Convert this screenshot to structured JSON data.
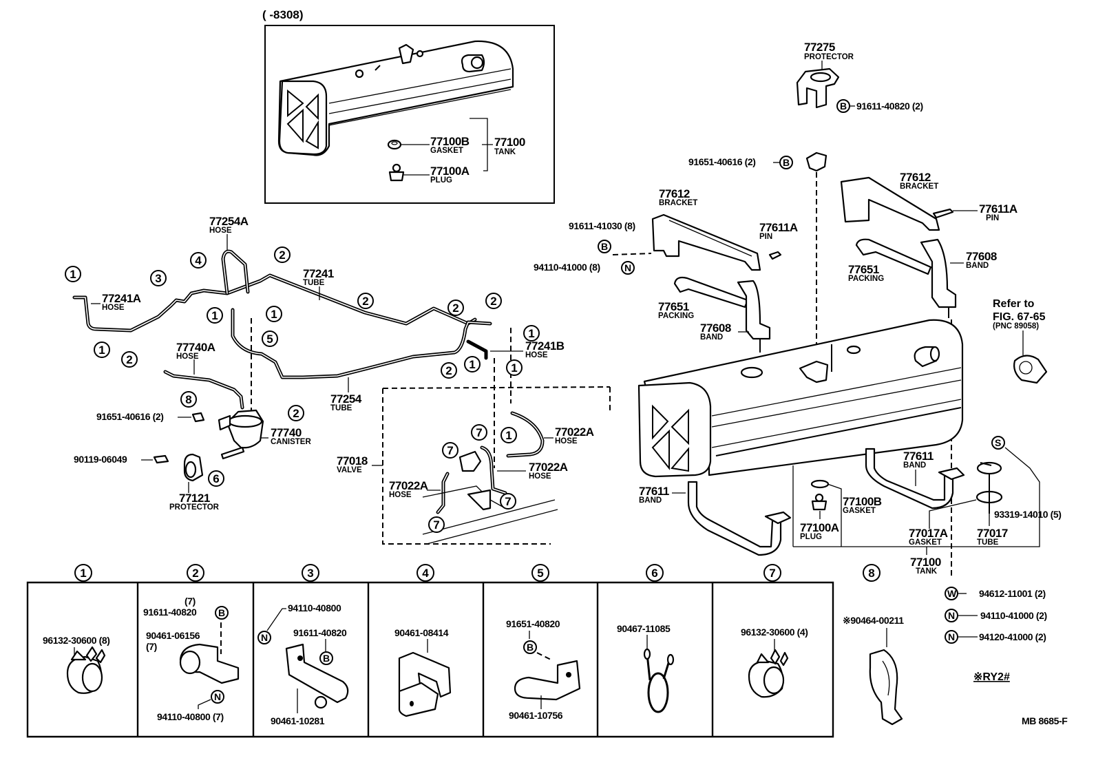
{
  "figure": {
    "variant_note": "(      -8308)",
    "figure_code": "MB  8685-F",
    "footnote_mark": "※RY2#",
    "refer_to": {
      "line1": "Refer to",
      "line2": "FIG. 67-65",
      "line3": "(PNC 89058)"
    }
  },
  "inset_tank": {
    "tank": {
      "number": "77100",
      "name": "TANK"
    },
    "gasket": {
      "number": "77100B",
      "name": "GASKET"
    },
    "plug": {
      "number": "77100A",
      "name": "PLUG"
    }
  },
  "main_parts": [
    {
      "id": "p77275",
      "number": "77275",
      "name": "PROTECTOR"
    },
    {
      "id": "p91611_40820",
      "number": "91611-40820 (2)",
      "marker": "B"
    },
    {
      "id": "p91651_40616_top",
      "number": "91651-40616 (2)",
      "marker": "B"
    },
    {
      "id": "p77612_left",
      "number": "77612",
      "name": "BRACKET"
    },
    {
      "id": "p77612_right",
      "number": "77612",
      "name": "BRACKET"
    },
    {
      "id": "p91611_41030",
      "number": "91611-41030 (8)",
      "marker": "B"
    },
    {
      "id": "p94110_41000_8",
      "number": "94110-41000 (8)",
      "marker": "N"
    },
    {
      "id": "p77611A_left",
      "number": "77611A",
      "name": "PIN"
    },
    {
      "id": "p77611A_right",
      "number": "77611A",
      "name": "PIN"
    },
    {
      "id": "p77651_left",
      "number": "77651",
      "name": "PACKING"
    },
    {
      "id": "p77651_right",
      "number": "77651",
      "name": "PACKING"
    },
    {
      "id": "p77608_left",
      "number": "77608",
      "name": "BAND"
    },
    {
      "id": "p77608_right",
      "number": "77608",
      "name": "BAND"
    },
    {
      "id": "p77611_left",
      "number": "77611",
      "name": "BAND"
    },
    {
      "id": "p77611_right",
      "number": "77611",
      "name": "BAND"
    },
    {
      "id": "p77100B",
      "number": "77100B",
      "name": "GASKET"
    },
    {
      "id": "p77100A",
      "number": "77100A",
      "name": "PLUG"
    },
    {
      "id": "p77017A",
      "number": "77017A",
      "name": "GASKET"
    },
    {
      "id": "p77017",
      "number": "77017",
      "name": "TUBE"
    },
    {
      "id": "p77100",
      "number": "77100",
      "name": "TANK"
    },
    {
      "id": "p93319",
      "number": "93319-14010 (5)",
      "marker": "S"
    },
    {
      "id": "p94612",
      "number": "94612-11001 (2)",
      "marker": "W"
    },
    {
      "id": "p94110_41000_2",
      "number": "94110-41000 (2)",
      "marker": "N"
    },
    {
      "id": "p94120_41000_2",
      "number": "94120-41000 (2)",
      "marker": "N"
    },
    {
      "id": "p77254A",
      "number": "77254A",
      "name": "HOSE"
    },
    {
      "id": "p77241",
      "number": "77241",
      "name": "TUBE"
    },
    {
      "id": "p77241A",
      "number": "77241A",
      "name": "HOSE"
    },
    {
      "id": "p77740A",
      "number": "77740A",
      "name": "HOSE"
    },
    {
      "id": "p91651_40616_left",
      "number": "91651-40616 (2)"
    },
    {
      "id": "p77740",
      "number": "77740",
      "name": "CANISTER"
    },
    {
      "id": "p90119",
      "number": "90119-06049"
    },
    {
      "id": "p77121",
      "number": "77121",
      "name": "PROTECTOR"
    },
    {
      "id": "p77254",
      "number": "77254",
      "name": "TUBE"
    },
    {
      "id": "p77241B",
      "number": "77241B",
      "name": "HOSE"
    },
    {
      "id": "p77018",
      "number": "77018",
      "name": "VALVE"
    },
    {
      "id": "p77022A_right",
      "number": "77022A",
      "name": "HOSE"
    },
    {
      "id": "p77022A_mid",
      "number": "77022A",
      "name": "HOSE"
    },
    {
      "id": "p77022A_left",
      "number": "77022A",
      "name": "HOSE"
    }
  ],
  "callout_numbers": [
    "1",
    "2",
    "3",
    "4",
    "5",
    "6",
    "7",
    "8"
  ],
  "clamp_table": [
    {
      "key": "1",
      "parts": [
        "96132-30600 (8)"
      ]
    },
    {
      "key": "2",
      "parts": [
        "(7)",
        "91611-40820",
        "90461-06156",
        "(7)",
        "94110-40800 (7)"
      ],
      "markers": [
        "B",
        "N"
      ]
    },
    {
      "key": "3",
      "parts": [
        "94110-40800",
        "91611-40820",
        "90461-10281"
      ],
      "markers": [
        "N",
        "B"
      ]
    },
    {
      "key": "4",
      "parts": [
        "90461-08414"
      ]
    },
    {
      "key": "5",
      "parts": [
        "91651-40820",
        "90461-10756"
      ],
      "markers": [
        "B"
      ]
    },
    {
      "key": "6",
      "parts": [
        "90467-11085"
      ]
    },
    {
      "key": "7",
      "parts": [
        "96132-30600 (4)"
      ]
    },
    {
      "key": "8",
      "parts": [
        "※90464-00211"
      ]
    }
  ]
}
